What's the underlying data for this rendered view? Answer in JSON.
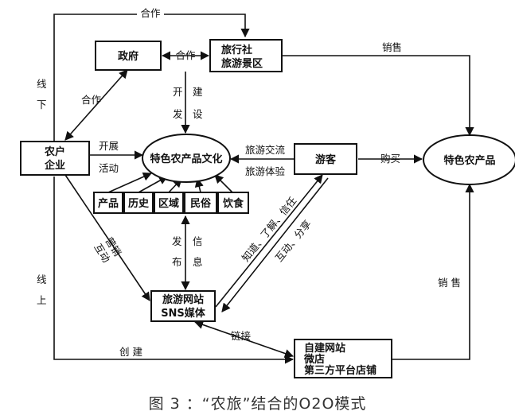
{
  "nodes": {
    "gov": "政府",
    "travel_agency": [
      "旅行社",
      "旅游景区"
    ],
    "farm_enterprise": [
      "农户",
      "企业"
    ],
    "culture": "特色农产品文化",
    "tourist": "游客",
    "product": "特色农产品",
    "tourism_site": [
      "旅游网站",
      "SNS媒体"
    ],
    "own_store": [
      "自建网站",
      "微店",
      "第三方平台店铺"
    ]
  },
  "culture_items": [
    "产品",
    "历史",
    "区域",
    "民俗",
    "饮食"
  ],
  "edges": {
    "top_cooperate": "合作",
    "gov_cooperate": "合作",
    "farm_gov_cooperate": "合作",
    "sales_top": "销售",
    "develop": [
      "开",
      "建",
      "发",
      "设"
    ],
    "carry_out": [
      "开展",
      "活动"
    ],
    "exchange": "旅游交流",
    "experience": "旅游体验",
    "buy": "购买",
    "publish": [
      "发",
      "信",
      "布",
      "息"
    ],
    "know_trust": "知道、了解、信任",
    "interact_share": "互动、分享",
    "marketing": [
      "营销",
      "互动"
    ],
    "link": "链接",
    "create": "创  建",
    "sales_right": "销 售"
  },
  "sides": {
    "offline": [
      "线",
      "下"
    ],
    "online": [
      "线",
      "上"
    ]
  },
  "caption": "图 3 ：“农旅”结合的O2O模式"
}
